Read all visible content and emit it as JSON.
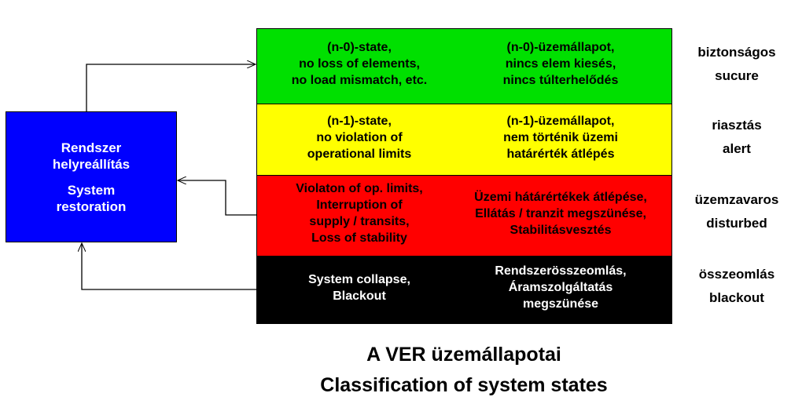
{
  "colors": {
    "restore_box": "#0000ff",
    "normal": "#00e000",
    "alert": "#ffff00",
    "disturbed": "#ff0000",
    "blackout": "#000000"
  },
  "restore_box": {
    "hu": [
      "Rendszer",
      "helyreállítás"
    ],
    "en": [
      "System",
      "restoration"
    ]
  },
  "bands": [
    {
      "en": [
        "(n-0)-state,",
        "no loss of elements,",
        "no load mismatch, etc."
      ],
      "hu": [
        "(n-0)-üzemállapot,",
        "nincs elem kiesés,",
        "nincs túlterhelődés"
      ],
      "label_hu": "biztonságos",
      "label_en": "sucure"
    },
    {
      "en": [
        "(n-1)-state,",
        "no violation of",
        "operational limits"
      ],
      "hu": [
        "(n-1)-üzemállapot,",
        "nem történik üzemi",
        "határérték átlépés"
      ],
      "label_hu": "riasztás",
      "label_en": "alert"
    },
    {
      "en": [
        "Violaton of op. limits,",
        "Interruption of",
        "supply / transits,",
        "Loss of stability"
      ],
      "hu": [
        "Üzemi hátárértékek átlépése,",
        "Ellátás / tranzit megszünése,",
        "Stabilitásvesztés"
      ],
      "label_hu": "üzemzavaros",
      "label_en": "disturbed"
    },
    {
      "en": [
        "System collapse,",
        "Blackout"
      ],
      "hu": [
        "Rendszerösszeomlás,",
        "Áramszolgáltatás",
        "megszünése"
      ],
      "label_hu": "összeomlás",
      "label_en": "blackout"
    }
  ],
  "caption": {
    "hu": "A VER üzemállapotai",
    "en": "Classification of system states"
  }
}
